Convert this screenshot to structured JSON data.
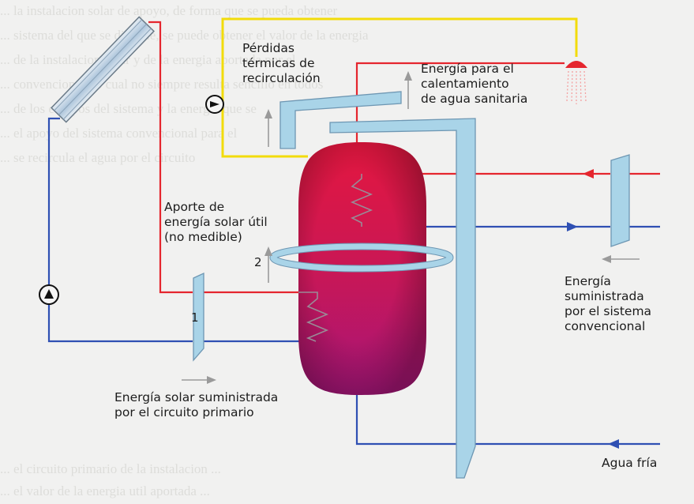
{
  "background_text": {
    "lines": [
      "... la instalacion solar de apoyo, de forma que se pueda obtener",
      "... sistema del que se dispone, se puede obtener el valor de la energia",
      "... de la instalacion solar y de la energia aportada por el",
      "... convencional, lo cual no siempre resulta sencillo en todos",
      "... de los equipos del sistema y la energia que se",
      "... el apoyo del sistema convencional para el",
      "... se recircula el agua por el circuito"
    ],
    "bottom": [
      "... el circuito primario de la instalacion ...",
      "... el valor de la energia util aportada ..."
    ]
  },
  "labels": {
    "perdidas": "Pérdidas\ntérmicas de\nrecirculación",
    "energia_calentamiento": "Energía para el\ncalentamiento\nde agua sanitaria",
    "aporte": "Aporte de\nenergía solar útil\n(no medible)",
    "energia_convencional": "Energía\nsuministrada\npor el sistema\nconvencional",
    "energia_primario": "Energía solar suministrada\npor el circuito primario",
    "agua_fria": "Agua fría",
    "num_1": "1",
    "num_2": "2"
  },
  "icons": {
    "pump_top": "pump-icon",
    "pump_left": "pump-icon",
    "shower": "shower-head-icon",
    "collector": "solar-collector-icon",
    "tank": "storage-tank-icon"
  },
  "colors": {
    "hot_pipe": "#e5262e",
    "cold_pipe": "#2f50b3",
    "recirculation_pipe": "#f2dc0b",
    "exchanger": "#a9d4e8",
    "tank_top": "#e4173f",
    "tank_bottom": "#a7167a",
    "arrow_grey": "#9a9a9a"
  }
}
